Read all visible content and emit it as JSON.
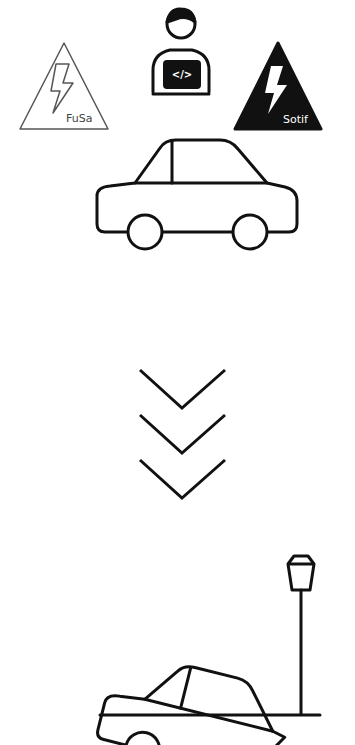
{
  "diagram": {
    "nodes": [
      {
        "text": [
          "FuSa"
        ]
      },
      {
        "text": [
          "</>"
        ]
      },
      {
        "text": [
          "Sotif"
        ]
      }
    ]
  }
}
